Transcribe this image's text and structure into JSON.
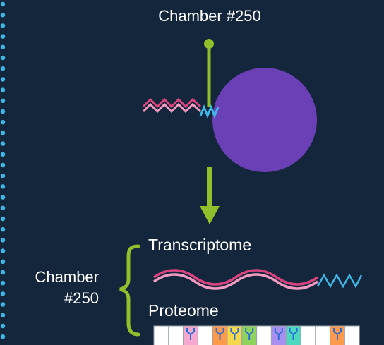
{
  "top_title": "Chamber #250",
  "side_label": {
    "line1": "Chamber",
    "line2": "#250"
  },
  "transcriptome_label": "Transcriptome",
  "proteome_label": "Proteome",
  "colors": {
    "background": "#13263c",
    "dots": "#3fb7e6",
    "green": "#8fbf2a",
    "purple": "#6b3fb5",
    "pink_dark": "#d9447e",
    "pink_light": "#f39ac0",
    "blue": "#3fb7e6",
    "text": "#ffffff"
  },
  "icons": [
    "antibody-icon",
    "pointer-arrow-icon",
    "curly-brace-icon",
    "bead-circle-icon"
  ],
  "antibody_strip": {
    "slots": [
      "none",
      "none",
      "pink",
      "none",
      "orange",
      "yellow",
      "green",
      "none",
      "purple",
      "teal",
      "none",
      "none",
      "orange",
      "none"
    ],
    "palette": {
      "pink": "#f7a8d0",
      "orange": "#ff9a4a",
      "yellow": "#f5d84a",
      "green": "#8fd35a",
      "purple": "#a98ff0",
      "teal": "#4fd8c0"
    }
  }
}
